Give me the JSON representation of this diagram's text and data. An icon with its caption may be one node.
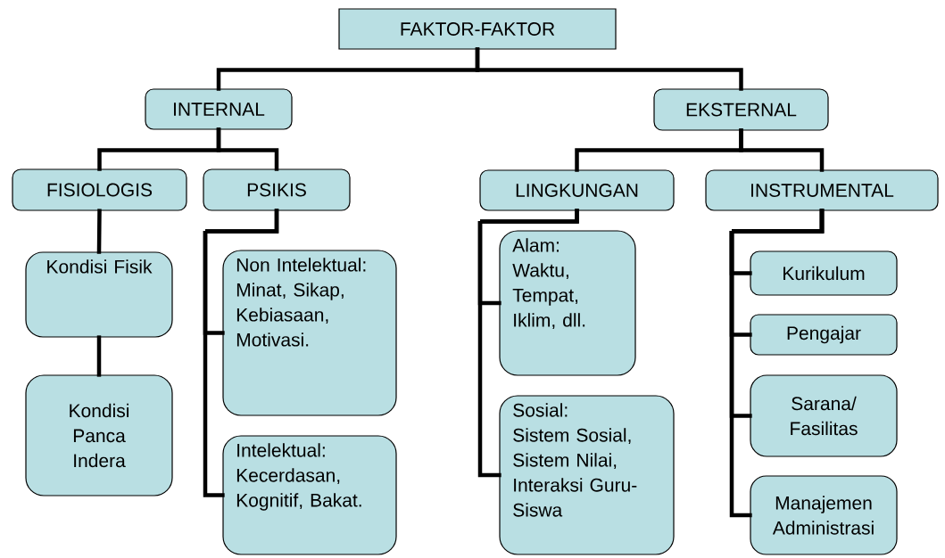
{
  "diagram": {
    "nodes": [
      {
        "text": [
          "FAKTOR-FAKTOR"
        ]
      },
      {
        "text": [
          "INTERNAL"
        ]
      },
      {
        "text": [
          "EKSTERNAL"
        ]
      },
      {
        "text": [
          "FISIOLOGIS"
        ]
      },
      {
        "text": [
          "PSIKIS"
        ]
      },
      {
        "text": [
          "LINGKUNGAN"
        ]
      },
      {
        "text": [
          "INSTRUMENTAL"
        ]
      },
      {
        "text": [
          "Kondisi Fisik"
        ]
      },
      {
        "text": [
          "Kondisi Panca Indera"
        ]
      },
      {
        "text": [
          "Non Intelektual:",
          "Minat, Sikap, Kebiasaan, Motivasi."
        ]
      },
      {
        "text": [
          "Intelektual:",
          "Kecerdasan, Kognitif, Bakat."
        ]
      },
      {
        "text": [
          "Alam:",
          "Waktu, Tempat, Iklim, dll."
        ]
      },
      {
        "text": [
          "Sosial:",
          "Sistem Sosial, Sistem Nilai, Interaksi Guru-Siswa"
        ]
      },
      {
        "text": [
          "Kurikulum"
        ]
      },
      {
        "text": [
          "Pengajar"
        ]
      },
      {
        "text": [
          "Sarana/ Fasilitas"
        ]
      },
      {
        "text": [
          "Manajemen Administrasi"
        ]
      }
    ],
    "edges": [
      {
        "from": 0,
        "to": 1,
        "arrow": "none"
      },
      {
        "from": 0,
        "to": 2,
        "arrow": "none"
      },
      {
        "from": 1,
        "to": 3,
        "arrow": "none"
      },
      {
        "from": 1,
        "to": 4,
        "arrow": "none"
      },
      {
        "from": 2,
        "to": 5,
        "arrow": "none"
      },
      {
        "from": 2,
        "to": 6,
        "arrow": "none"
      },
      {
        "from": 3,
        "to": 7,
        "arrow": "none"
      },
      {
        "from": 7,
        "to": 8,
        "arrow": "none"
      },
      {
        "from": 4,
        "to": 9,
        "arrow": "none"
      },
      {
        "from": 4,
        "to": 10,
        "arrow": "none"
      },
      {
        "from": 5,
        "to": 11,
        "arrow": "none"
      },
      {
        "from": 5,
        "to": 12,
        "arrow": "none"
      },
      {
        "from": 6,
        "to": 13,
        "arrow": "none"
      },
      {
        "from": 6,
        "to": 14,
        "arrow": "none"
      },
      {
        "from": 6,
        "to": 15,
        "arrow": "none"
      },
      {
        "from": 6,
        "to": 16,
        "arrow": "none"
      }
    ]
  }
}
